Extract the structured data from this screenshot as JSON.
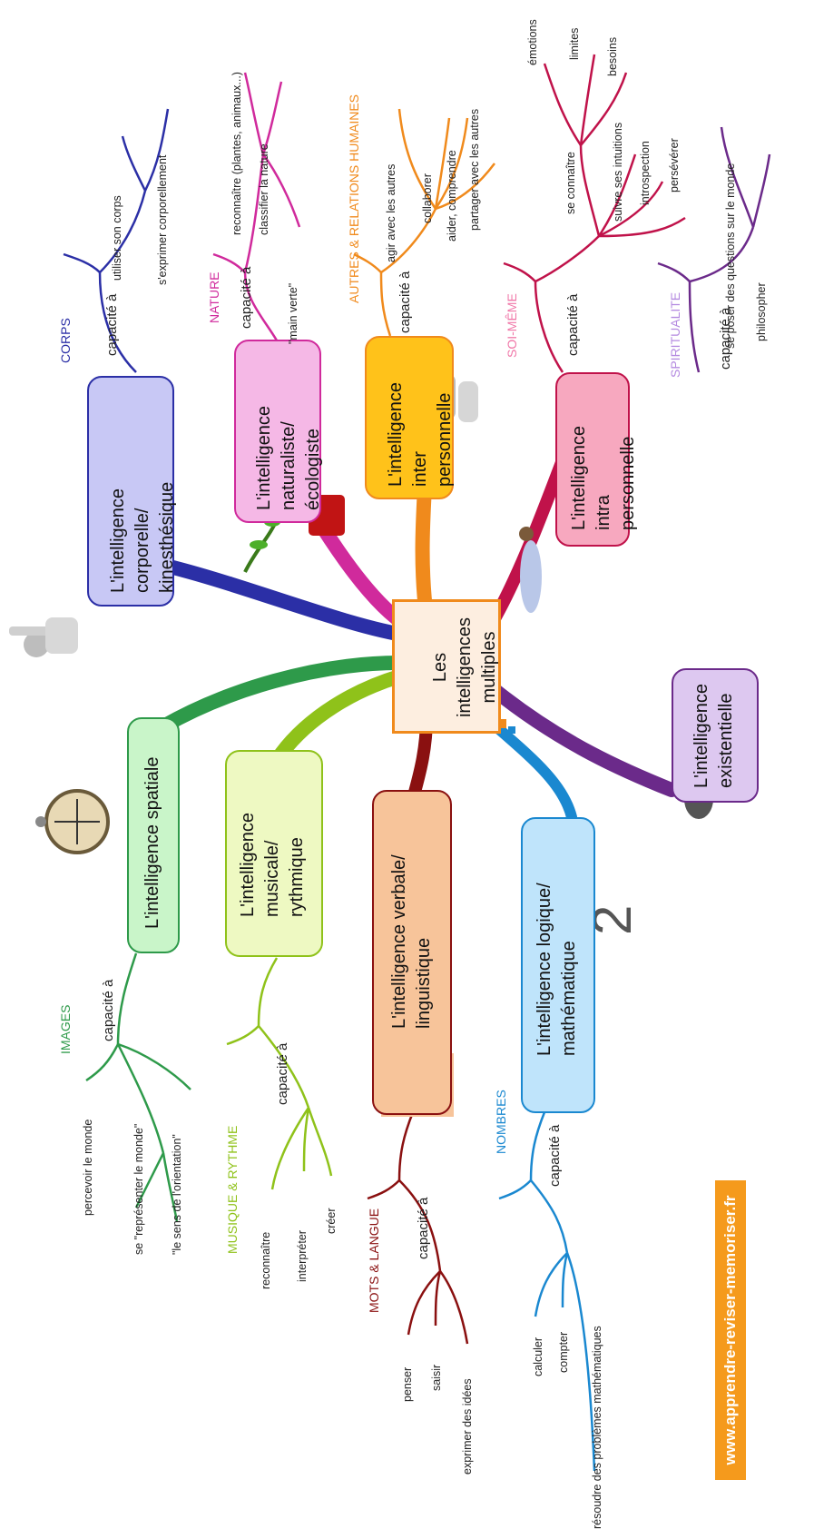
{
  "center": {
    "label": "Les intelligences\nmultiples"
  },
  "branches": {
    "corporelle": {
      "label": "L'intelligence corporelle/\nkinesthésique",
      "color": "#2b2fa6",
      "fill": "#c8c8f5",
      "category": "CORPS",
      "capacity": "capacité à",
      "leaves": [
        "utiliser son corps",
        "s'exprimer corporellement"
      ]
    },
    "naturaliste": {
      "label": "L'intelligence\nnaturaliste/ écologiste",
      "color": "#d02a9c",
      "fill": "#f5b8e6",
      "category": "NATURE",
      "capacity": "capacité à",
      "leaves": [
        "reconnaître (plantes, animaux...)",
        "classifier la nature",
        "\"main verte\""
      ]
    },
    "inter": {
      "label": "L'intelligence inter\npersonnelle",
      "color": "#f08a1c",
      "fill": "#ffc21a",
      "category": "AUTRES & RELATIONS HUMAINES",
      "capacity": "capacité à",
      "leaves": [
        "agir avec les autres",
        "collaborer",
        "aider, comprendre",
        "partager avec les autres"
      ]
    },
    "intra": {
      "label": "L'intelligence intra\npersonnelle",
      "color": "#c0124a",
      "fill": "#f7a8bf",
      "category": "SOI-MÊME",
      "capacity": "capacité à",
      "leaves": [
        "émotions",
        "limites",
        "besoins",
        "se connaître",
        "suivre ses intuitions",
        "introspection",
        "persévérer"
      ]
    },
    "existentielle": {
      "label": "L'intelligence\nexistentielle",
      "color": "#6b2a8a",
      "fill": "#ddc8f0",
      "category": "SPIRITUALITE",
      "capacity": "capacité à",
      "leaves": [
        "se poser des questions sur le monde",
        "philosopher"
      ]
    },
    "spatiale": {
      "label": "L'intelligence spatiale",
      "color": "#2e9a4a",
      "fill": "#c9f5c9",
      "category": "IMAGES",
      "capacity": "capacité à",
      "leaves": [
        "percevoir le monde",
        "se \"représenter le monde\"",
        "\"le sens de l'orientation\""
      ]
    },
    "musicale": {
      "label": "L'intelligence\nmusicale/\nrythmique",
      "color": "#8fc21a",
      "fill": "#eef9c2",
      "category": "MUSIQUE & RYTHME",
      "capacity": "capacité à",
      "leaves": [
        "reconnaître",
        "interpréter",
        "créer"
      ]
    },
    "verbale": {
      "label": "L'intelligence verbale/\nlinguistique",
      "color": "#8a1010",
      "fill": "#f7c49a",
      "category": "MOTS & LANGUE",
      "capacity": "capacité à",
      "leaves": [
        "penser",
        "saisir",
        "exprimer des idées"
      ]
    },
    "logique": {
      "label": "L'intelligence logique/\nmathématique",
      "color": "#1a88d0",
      "fill": "#bfe4fb",
      "category": "NOMBRES",
      "capacity": "capacité à",
      "leaves": [
        "calculer",
        "compter",
        "résoudre des problèmes mathématiques"
      ]
    }
  },
  "footer": {
    "site": "www.apprendre-reviser-memoriser.fr",
    "bg": "#f59a1c"
  }
}
